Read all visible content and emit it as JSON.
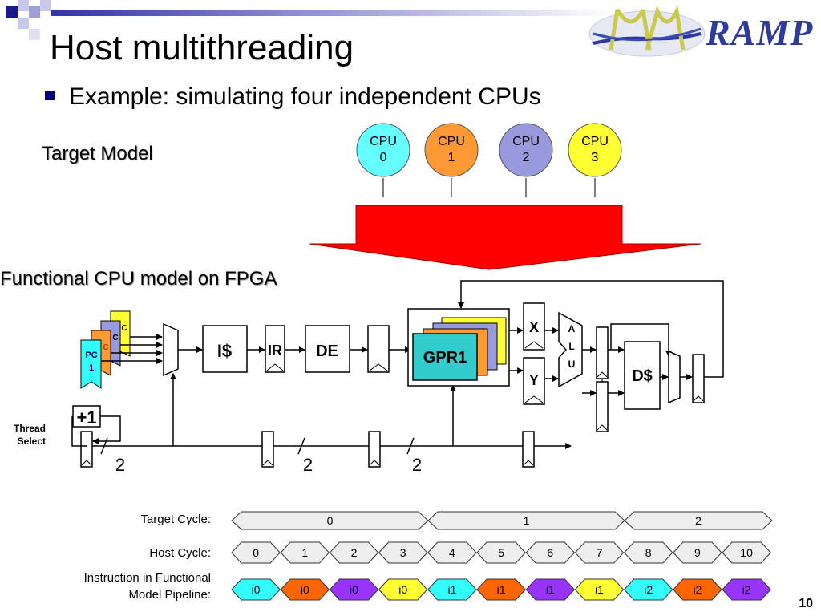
{
  "slide": {
    "title": "Host multithreading",
    "bullet": "Example: simulating four independent CPUs",
    "logo": "RAMP",
    "page_number": "10"
  },
  "colors": {
    "cpu0": "#66ffff",
    "cpu1": "#ff9933",
    "cpu2": "#9999dd",
    "cpu3": "#ffff33",
    "arrow": "#ff0000",
    "diamond": "#eeeeee"
  },
  "target_model": {
    "caption": "Target Model",
    "cpus": [
      {
        "line1": "CPU",
        "line2": "0"
      },
      {
        "line1": "CPU",
        "line2": "1"
      },
      {
        "line1": "CPU",
        "line2": "2"
      },
      {
        "line1": "CPU",
        "line2": "3"
      }
    ]
  },
  "fpga_model": {
    "caption": "Functional CPU model on FPGA",
    "pc_label": "PC",
    "pc_number": "1",
    "pc_back_letter": "C",
    "icache": "I$",
    "ir": "IR",
    "decode": "DE",
    "gpr": "GPR1",
    "x_reg": "X",
    "y_reg": "Y",
    "alu": [
      "A",
      "L",
      "U"
    ],
    "dcache": "D$",
    "incrementer": "+1",
    "thread_select": [
      "Thread",
      "Select"
    ],
    "bus_width_labels": [
      "2",
      "2",
      "2"
    ]
  },
  "timeline": {
    "target_cycle_label": "Target Cycle:",
    "host_cycle_label": "Host Cycle:",
    "instr_label": [
      "Instruction in Functional",
      "Model Pipeline:"
    ],
    "target_cycles": [
      "0",
      "1",
      "2"
    ],
    "host_cycles": [
      "0",
      "1",
      "2",
      "3",
      "4",
      "5",
      "6",
      "7",
      "8",
      "9",
      "10"
    ],
    "instructions": [
      {
        "label": "i0",
        "color": "#33ffff"
      },
      {
        "label": "i0",
        "color": "#ff6600"
      },
      {
        "label": "i0",
        "color": "#9933ff"
      },
      {
        "label": "i0",
        "color": "#ffff33"
      },
      {
        "label": "i1",
        "color": "#33ffff"
      },
      {
        "label": "i1",
        "color": "#ff6600"
      },
      {
        "label": "i1",
        "color": "#9933ff"
      },
      {
        "label": "i1",
        "color": "#ffff33"
      },
      {
        "label": "i2",
        "color": "#33ffff"
      },
      {
        "label": "i2",
        "color": "#ff6600"
      },
      {
        "label": "i2",
        "color": "#9933ff"
      }
    ]
  }
}
